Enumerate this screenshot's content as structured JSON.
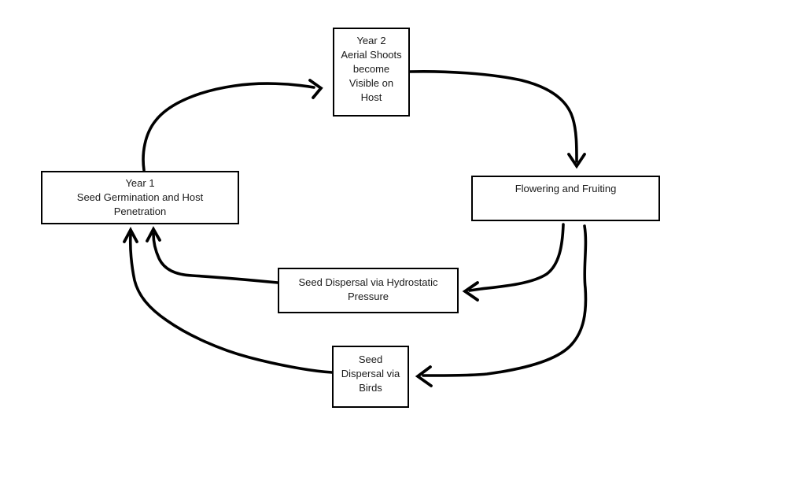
{
  "page": {
    "background_color": "#ffffff",
    "ink_color": "#000000"
  },
  "diagram": {
    "type": "cycle-flowchart",
    "subject": "parasitic plant life cycle",
    "nodes": [
      {
        "id": "year2-aerial-shoots",
        "label": "Year 2\nAerial Shoots\nbecome\nVisible on\nHost"
      },
      {
        "id": "year1-germination",
        "label": "Year 1\nSeed Germination and Host\nPenetration"
      },
      {
        "id": "flowering-fruiting",
        "label": "Flowering and Fruiting"
      },
      {
        "id": "dispersal-hydrostatic",
        "label": "Seed Dispersal via Hydrostatic\nPressure"
      },
      {
        "id": "dispersal-birds",
        "label": "Seed\nDispersal via\nBirds"
      }
    ],
    "edges": [
      {
        "from": "year1-germination",
        "to": "year2-aerial-shoots"
      },
      {
        "from": "year2-aerial-shoots",
        "to": "flowering-fruiting"
      },
      {
        "from": "flowering-fruiting",
        "to": "dispersal-hydrostatic"
      },
      {
        "from": "dispersal-hydrostatic",
        "to": "year1-germination"
      },
      {
        "from": "flowering-fruiting",
        "to": "dispersal-birds"
      },
      {
        "from": "dispersal-birds",
        "to": "year1-germination"
      }
    ]
  }
}
